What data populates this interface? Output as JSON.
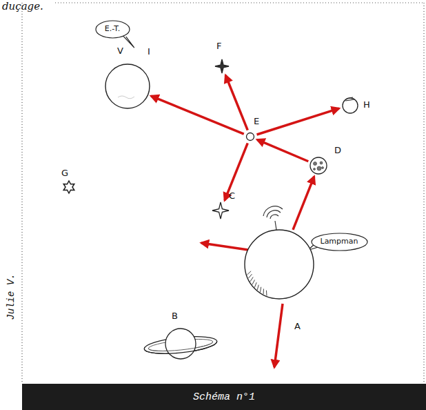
{
  "diagram": {
    "caption": "Schéma n°1",
    "nodes": [
      {
        "text": [
          "E.-T."
        ]
      },
      {
        "text": [
          "I"
        ]
      },
      {
        "text": [
          "F"
        ]
      },
      {
        "text": [
          "E"
        ]
      },
      {
        "text": [
          "H"
        ]
      },
      {
        "text": [
          "D"
        ]
      },
      {
        "text": [
          "C"
        ]
      },
      {
        "text": [
          "G"
        ]
      },
      {
        "text": [
          "Lampman"
        ]
      },
      {
        "text": [
          "A"
        ]
      },
      {
        "text": [
          "B"
        ]
      }
    ],
    "edges": [
      {
        "from": 9,
        "to": 5,
        "arrow": "to"
      },
      {
        "from": 5,
        "to": 3,
        "arrow": "to"
      },
      {
        "from": 3,
        "to": 2,
        "arrow": "to"
      },
      {
        "from": 3,
        "to": 4,
        "arrow": "to"
      },
      {
        "from": 3,
        "to": 1,
        "arrow": "to"
      },
      {
        "from": 3,
        "to": 6,
        "arrow": "to"
      }
    ],
    "labels": [
      "duçage.",
      "V",
      "Julie V."
    ]
  }
}
